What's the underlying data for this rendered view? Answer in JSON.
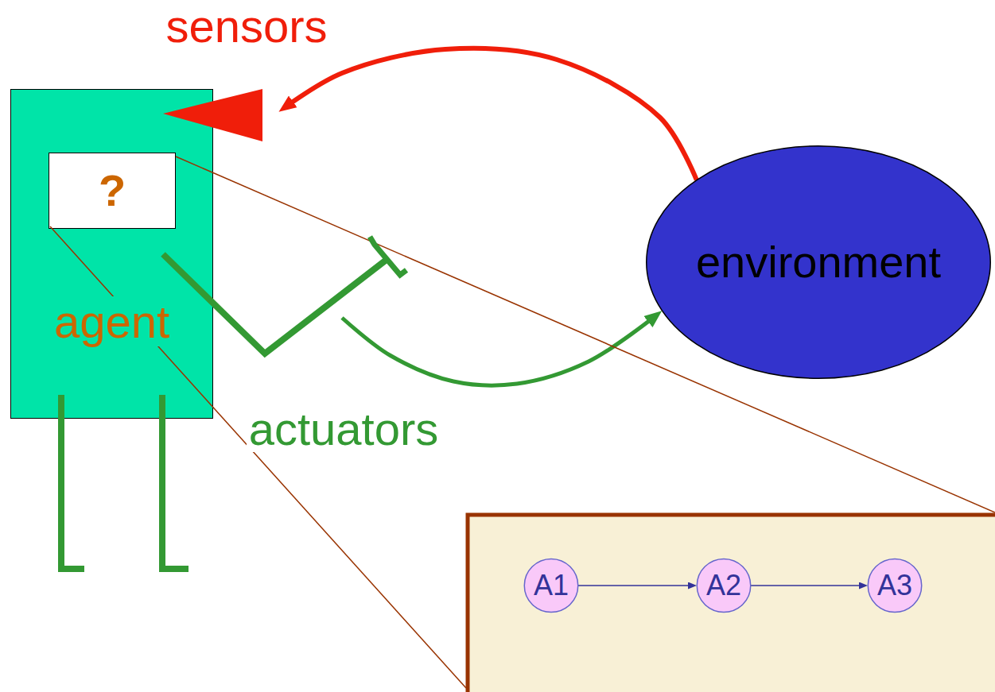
{
  "diagram": {
    "nodes": [
      {
        "text": [
          "agent"
        ]
      },
      {
        "text": [
          "?"
        ],
        "in": 0
      },
      {
        "text": [
          "environment"
        ]
      },
      {
        "text": [
          "A1"
        ]
      },
      {
        "text": [
          "A2"
        ]
      },
      {
        "text": [
          "A3"
        ]
      }
    ],
    "edges": [
      {
        "from": 2,
        "to": 0,
        "arrow": "to"
      },
      {
        "from": 0,
        "to": 2,
        "arrow": "to"
      },
      {
        "from": 3,
        "to": 4,
        "arrow": "to"
      },
      {
        "from": 4,
        "to": 5,
        "arrow": "to"
      }
    ],
    "labels": [
      "sensors",
      "actuators"
    ]
  }
}
